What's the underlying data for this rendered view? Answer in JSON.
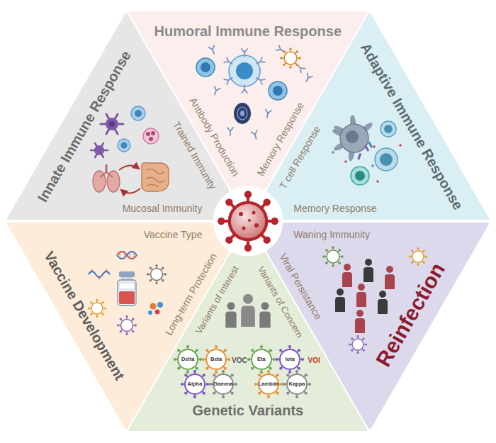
{
  "diagram": {
    "nodes": [
      {
        "text": [
          "Humoral Immune Response",
          "Antibody Production",
          "Memory Response"
        ]
      },
      {
        "text": [
          "Adaptive Immune Response",
          "T cell Response",
          "Memory Response"
        ]
      },
      {
        "text": [
          "Reinfection",
          "Waning Immunity",
          "Viral Persistance"
        ]
      },
      {
        "text": [
          "Genetic Variants",
          "Variants of Interest",
          "Variants of Concern"
        ]
      },
      {
        "text": [
          "Vaccine Development",
          "Vaccine Type",
          "Long-term Protection"
        ]
      },
      {
        "text": [
          "Innate Immune Response",
          "Trained Immunity",
          "Mucosal Immunity"
        ]
      }
    ],
    "labels": [
      "Delta",
      "Beta",
      "VOC",
      "Alpha",
      "Gamma",
      "Eta",
      "Iota",
      "VOI",
      "Lambda",
      "Kappa"
    ]
  }
}
